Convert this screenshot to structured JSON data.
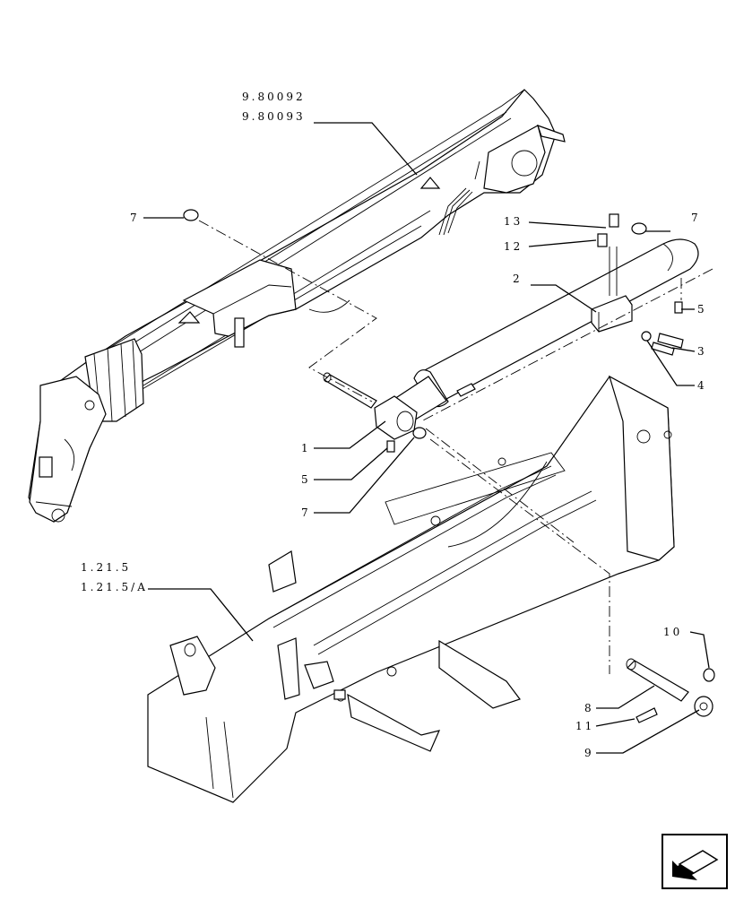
{
  "callouts": [
    {
      "id": "ref-boom-a",
      "text": "9.80092"
    },
    {
      "id": "ref-boom-b",
      "text": "9.80093"
    },
    {
      "id": "ref-frame-a",
      "text": "1.21.5"
    },
    {
      "id": "ref-frame-b",
      "text": "1.21.5/A"
    },
    {
      "id": "item-1",
      "text": "1"
    },
    {
      "id": "item-2",
      "text": "2"
    },
    {
      "id": "item-3",
      "text": "3"
    },
    {
      "id": "item-4",
      "text": "4"
    },
    {
      "id": "item-5a",
      "text": "5"
    },
    {
      "id": "item-5b",
      "text": "5"
    },
    {
      "id": "item-7a",
      "text": "7"
    },
    {
      "id": "item-7b",
      "text": "7"
    },
    {
      "id": "item-7c",
      "text": "7"
    },
    {
      "id": "item-8",
      "text": "8"
    },
    {
      "id": "item-9",
      "text": "9"
    },
    {
      "id": "item-10",
      "text": "10"
    },
    {
      "id": "item-11",
      "text": "11"
    },
    {
      "id": "item-12",
      "text": "12"
    },
    {
      "id": "item-13",
      "text": "13"
    }
  ],
  "nav": {
    "icon": "next-page-arrow-icon"
  }
}
